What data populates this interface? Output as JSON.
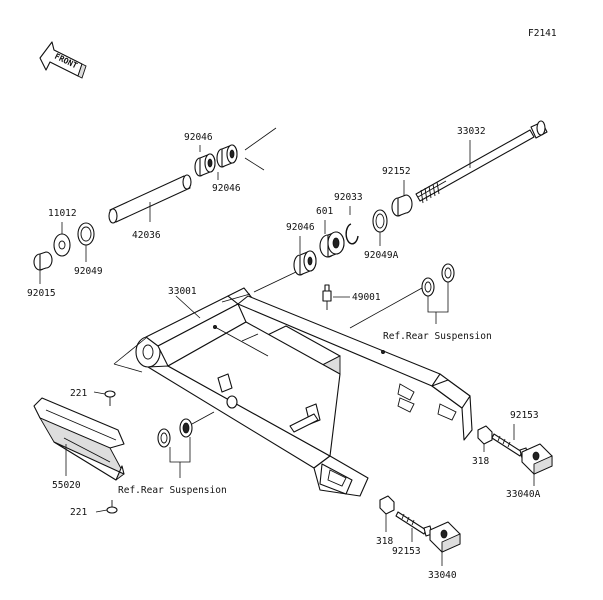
{
  "diagram_code": "F2141",
  "front_label": "FRONT",
  "parts": {
    "p92046_top": "92046",
    "p92046_bottom": "92046",
    "p92046_mid": "92046",
    "p33032": "33032",
    "p92152": "92152",
    "p92033": "92033",
    "p601": "601",
    "p92049A": "92049A",
    "p11012": "11012",
    "p42036": "42036",
    "p92049": "92049",
    "p92015": "92015",
    "p33001": "33001",
    "p49001": "49001",
    "p221_top": "221",
    "p221_bottom": "221",
    "p55020": "55020",
    "p92153_right": "92153",
    "p318_right": "318",
    "p33040A": "33040A",
    "p318_bottom": "318",
    "p92153_bottom": "92153",
    "p33040": "33040"
  },
  "references": {
    "ref_right": "Ref.Rear Suspension",
    "ref_left": "Ref.Rear Suspension"
  }
}
